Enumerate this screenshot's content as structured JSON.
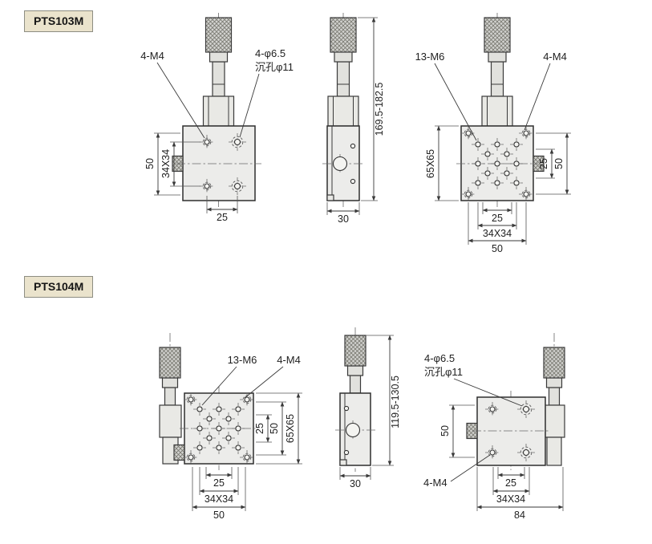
{
  "badges": {
    "pts103m": "PTS103M",
    "pts104m": "PTS104M"
  },
  "colors": {
    "badge_bg": "#eae3cc",
    "line": "#3a3a3a",
    "body_fill": "#ececea"
  },
  "pts103m": {
    "front": {
      "label_m4": "4-M4",
      "label_cb_line1": "4-φ6.5",
      "label_cb_line2": "沉孔φ11",
      "dim_height_50": "50",
      "dim_grid": "34X34",
      "dim_bottom_25": "25"
    },
    "side": {
      "dim_overall_height": "169.5-182.5",
      "dim_depth_30": "30"
    },
    "back": {
      "label_m6": "13-M6",
      "label_m4": "4-M4",
      "dim_plate": "65X65",
      "dim_right_25": "25",
      "dim_right_50": "50",
      "dim_bottom_25": "25",
      "dim_bottom_34": "34X34",
      "dim_bottom_50": "50"
    }
  },
  "pts104m": {
    "front": {
      "label_m6": "13-M6",
      "label_m4": "4-M4",
      "dim_right_25": "25",
      "dim_right_50": "50",
      "dim_plate": "65X65",
      "dim_bottom_25": "25",
      "dim_bottom_34": "34X34",
      "dim_bottom_50": "50"
    },
    "side": {
      "dim_overall_height": "119.5-130.5",
      "dim_depth_30": "30"
    },
    "back": {
      "label_cb_line1": "4-φ6.5",
      "label_cb_line2": "沉孔φ11",
      "label_m4": "4-M4",
      "dim_left_50": "50",
      "dim_bottom_25": "25",
      "dim_bottom_34": "34X34",
      "dim_bottom_84": "84"
    }
  }
}
